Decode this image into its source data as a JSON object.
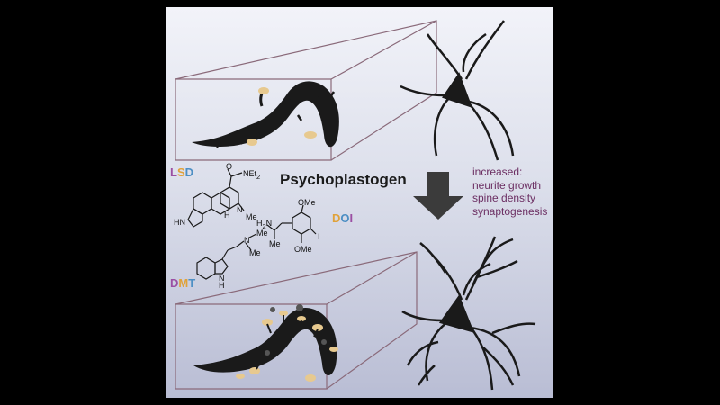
{
  "figure": {
    "title": "Psychoplastogen",
    "effects": [
      "increased:",
      "neurite growth",
      "spine density",
      "synaptogenesis"
    ],
    "drugs": {
      "lsd": {
        "parts": [
          "L",
          "S",
          "D"
        ]
      },
      "doi": {
        "parts": [
          "D",
          "O",
          "I"
        ]
      },
      "dmt": {
        "parts": [
          "D",
          "M",
          "T"
        ]
      }
    },
    "chem_labels": {
      "lsd_net2": "NEt",
      "lsd_net2_sub": "2",
      "lsd_o": "O",
      "lsd_hn": "HN",
      "lsd_h": "H",
      "lsd_n": "N",
      "lsd_me": "Me",
      "doi_h2n": "H",
      "doi_h2n_sub": "2",
      "doi_h2n_n": "N",
      "doi_ome_top": "OMe",
      "doi_ome_bottom": "OMe",
      "doi_me": "Me",
      "doi_i": "I",
      "dmt_n": "N",
      "dmt_me1": "Me",
      "dmt_me2": "Me",
      "dmt_h": "H",
      "dmt_n_ring": "N"
    }
  },
  "colors": {
    "lsd_l": "#9b4fa3",
    "lsd_s": "#e0a23a",
    "lsd_d": "#4d8fc4",
    "arrow": "#3b3b3b",
    "box": "#8a6a7a",
    "effects_text": "#6b2e62",
    "salamander": "#1a1a1a",
    "tan": "#e7c98f"
  }
}
